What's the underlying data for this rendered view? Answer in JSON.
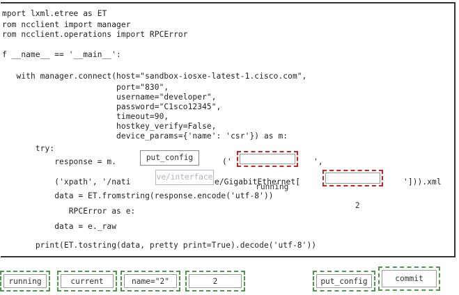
{
  "code": {
    "lines": [
      "mport lxml.etree as ET",
      "rom ncclient import manager",
      "rom ncclient.operations import RPCError",
      "f __name__ == '__main__':",
      "   with manager.connect(host=\"sandbox-iosxe-latest-1.cisco.com\",",
      "                        port=\"830\",",
      "                        username=\"developer\",",
      "                        password=\"C1sco12345\",",
      "                        timeout=90,",
      "                        hostkey_verify=False,",
      "                        device_params={'name': 'csr'}) as m:",
      "       try:",
      "           response = m.",
      "           ('xpath', '/nati",
      "           data = ET.fromstring(response.encode('utf-8'))",
      "              RPCError as e:",
      "           data = e._raw",
      "       print(ET.tostring(data, pretty print=True).decode('utf-8'))"
    ],
    "fragments": {
      "response_paren": "('",
      "response_comma": "',",
      "xpath_tail": "e/GigabitEthernet[",
      "xpath_end": "'])).xml"
    }
  },
  "drop_zones": {
    "method": "put_config",
    "datastore": "running",
    "faded_interface": "ve/interface",
    "index": "2"
  },
  "tiles": [
    {
      "label": "running"
    },
    {
      "label": "current"
    },
    {
      "label": "name=\"2\""
    },
    {
      "label": "2"
    },
    {
      "label": "put_config"
    },
    {
      "label": "commit"
    }
  ],
  "colors": {
    "tile_border": "#4a9a4a",
    "selected_zone_border": "#cc2222"
  }
}
